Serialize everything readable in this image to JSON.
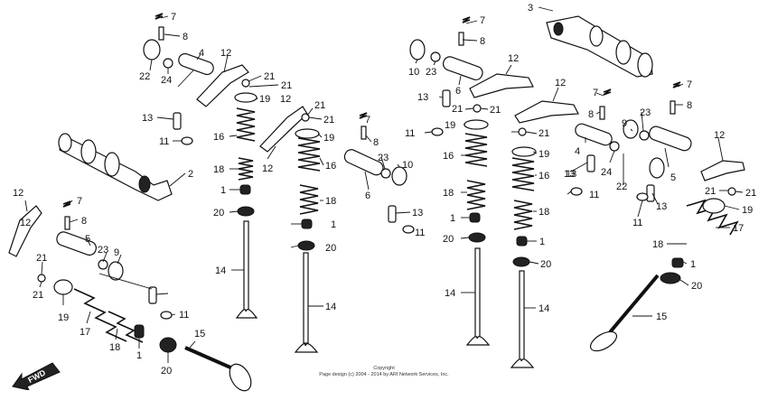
{
  "callouts": [
    {
      "id": "c7a",
      "text": "7"
    },
    {
      "id": "c8a",
      "text": "8"
    },
    {
      "id": "c22a",
      "text": "22"
    },
    {
      "id": "c24a",
      "text": "24"
    },
    {
      "id": "c4a",
      "text": "4"
    },
    {
      "id": "c12a",
      "text": "12"
    },
    {
      "id": "c21a",
      "text": "21"
    },
    {
      "id": "c21b",
      "text": "21"
    },
    {
      "id": "c19a",
      "text": "19"
    },
    {
      "id": "c16a",
      "text": "16"
    },
    {
      "id": "c18a",
      "text": "18"
    },
    {
      "id": "c1a",
      "text": "1"
    },
    {
      "id": "c20a",
      "text": "20"
    },
    {
      "id": "c14a",
      "text": "14"
    },
    {
      "id": "c13a",
      "text": "13"
    },
    {
      "id": "c11a",
      "text": "11"
    },
    {
      "id": "c12b",
      "text": "12"
    },
    {
      "id": "c2",
      "text": "2"
    },
    {
      "id": "c21c",
      "text": "21"
    },
    {
      "id": "c21d",
      "text": "21"
    },
    {
      "id": "c12c",
      "text": "12"
    },
    {
      "id": "c7b",
      "text": "7"
    },
    {
      "id": "c19b",
      "text": "19"
    },
    {
      "id": "c8b",
      "text": "8"
    },
    {
      "id": "c16b",
      "text": "16"
    },
    {
      "id": "c23a",
      "text": "23"
    },
    {
      "id": "c10a",
      "text": "10"
    },
    {
      "id": "c6a",
      "text": "6"
    },
    {
      "id": "c18b",
      "text": "18"
    },
    {
      "id": "c1b",
      "text": "1"
    },
    {
      "id": "c13b",
      "text": "13"
    },
    {
      "id": "c11b",
      "text": "11"
    },
    {
      "id": "c20b",
      "text": "20"
    },
    {
      "id": "c14b",
      "text": "14"
    },
    {
      "id": "c12d",
      "text": "12"
    },
    {
      "id": "c7c",
      "text": "7"
    },
    {
      "id": "c8c",
      "text": "8"
    },
    {
      "id": "c23b",
      "text": "23"
    },
    {
      "id": "c9a",
      "text": "9"
    },
    {
      "id": "c5a",
      "text": "5"
    },
    {
      "id": "c21e",
      "text": "21"
    },
    {
      "id": "c21f",
      "text": "21"
    },
    {
      "id": "c13c",
      "text": "13"
    },
    {
      "id": "c19c",
      "text": "19"
    },
    {
      "id": "c11c",
      "text": "11"
    },
    {
      "id": "c17a",
      "text": "17"
    },
    {
      "id": "c18c",
      "text": "18"
    },
    {
      "id": "c1c",
      "text": "1"
    },
    {
      "id": "c20c",
      "text": "20"
    },
    {
      "id": "c15a",
      "text": "15"
    },
    {
      "id": "c7d",
      "text": "7"
    },
    {
      "id": "c8d",
      "text": "8"
    },
    {
      "id": "c10b",
      "text": "10"
    },
    {
      "id": "c23c",
      "text": "23"
    },
    {
      "id": "c6b",
      "text": "6"
    },
    {
      "id": "c12e",
      "text": "12"
    },
    {
      "id": "c13d",
      "text": "13"
    },
    {
      "id": "c21g",
      "text": "21"
    },
    {
      "id": "c11d",
      "text": "11"
    },
    {
      "id": "c19d",
      "text": "19"
    },
    {
      "id": "c21h",
      "text": "21"
    },
    {
      "id": "c16c",
      "text": "16"
    },
    {
      "id": "c18d",
      "text": "18"
    },
    {
      "id": "c1d",
      "text": "1"
    },
    {
      "id": "c20d",
      "text": "20"
    },
    {
      "id": "c14c",
      "text": "14"
    },
    {
      "id": "c3",
      "text": "3"
    },
    {
      "id": "c12f",
      "text": "12"
    },
    {
      "id": "c12g",
      "text": "12"
    },
    {
      "id": "c21i",
      "text": "21"
    },
    {
      "id": "c19e",
      "text": "19"
    },
    {
      "id": "c16d",
      "text": "16"
    },
    {
      "id": "c18e",
      "text": "18"
    },
    {
      "id": "c1e",
      "text": "1"
    },
    {
      "id": "c20e",
      "text": "20"
    },
    {
      "id": "c14d",
      "text": "14"
    },
    {
      "id": "c7e",
      "text": "7"
    },
    {
      "id": "c8e",
      "text": "8"
    },
    {
      "id": "c4b",
      "text": "4"
    },
    {
      "id": "c13e",
      "text": "13"
    },
    {
      "id": "c11e",
      "text": "11"
    },
    {
      "id": "c24b",
      "text": "24"
    },
    {
      "id": "c22b",
      "text": "22"
    },
    {
      "id": "c9b",
      "text": "9"
    },
    {
      "id": "c23d",
      "text": "23"
    },
    {
      "id": "c7f",
      "text": "7"
    },
    {
      "id": "c8f",
      "text": "8"
    },
    {
      "id": "c5b",
      "text": "5"
    },
    {
      "id": "c13f",
      "text": "13"
    },
    {
      "id": "c11f",
      "text": "11"
    },
    {
      "id": "c12h",
      "text": "12"
    },
    {
      "id": "c21j",
      "text": "21"
    },
    {
      "id": "c21k",
      "text": "21"
    },
    {
      "id": "c19f",
      "text": "19"
    },
    {
      "id": "c17b",
      "text": "17"
    },
    {
      "id": "c18f",
      "text": "18"
    },
    {
      "id": "c1f",
      "text": "1"
    },
    {
      "id": "c20f",
      "text": "20"
    },
    {
      "id": "c15b",
      "text": "15"
    }
  ],
  "fwd_label": "FWD",
  "copyright": {
    "line1": "Copyright",
    "line2": "Page design (c) 2004 - 2014 by ARI Network Services, Inc."
  }
}
